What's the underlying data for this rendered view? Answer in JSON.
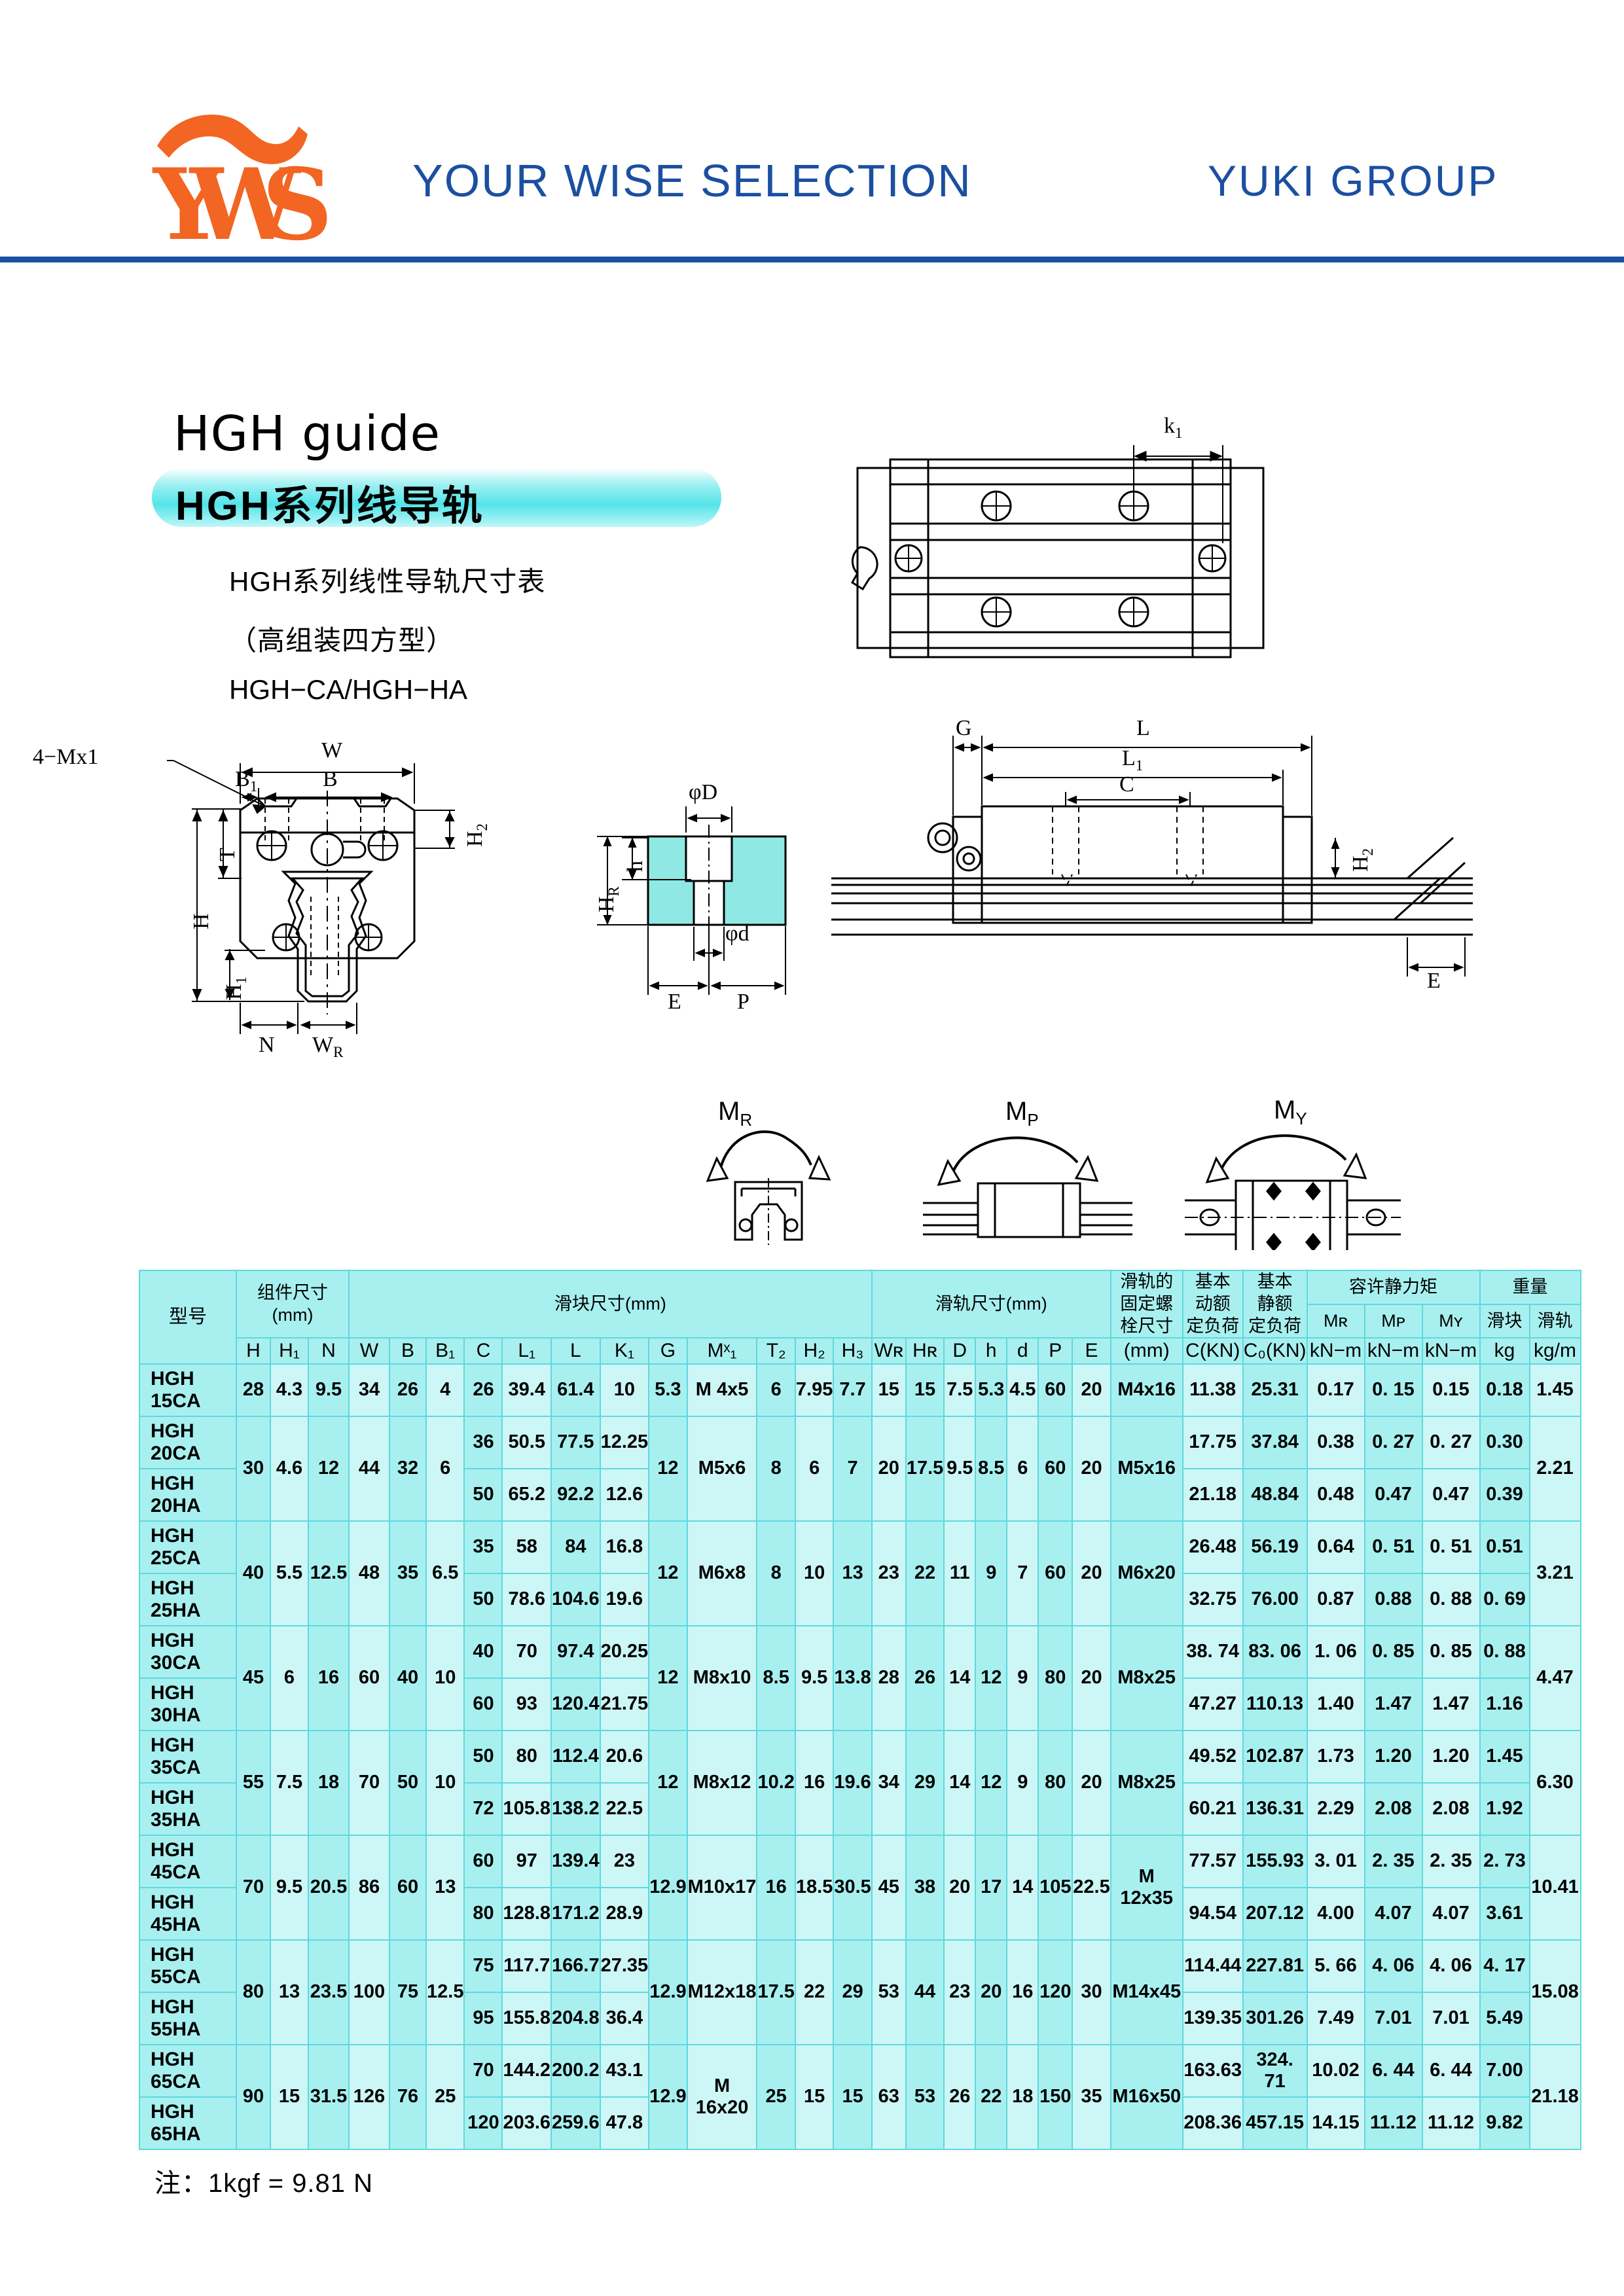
{
  "header": {
    "tagline": "YOUR WISE SELECTION",
    "group_name": "YUKI GROUP",
    "logo_text": "YWS",
    "brand_orange": "#F26522",
    "brand_blue": "#1B4FA0"
  },
  "title": {
    "english": "HGH guide",
    "chinese": "HGH系列线导轨",
    "sub_line_1": "HGH系列线性导轨尺寸表",
    "sub_line_2": "（高组装四方型）",
    "sub_line_3": "HGH−CA/HGH−HA"
  },
  "drawings": {
    "top_view_labels": [
      "k₁"
    ],
    "cross_section_labels": [
      "4-Mx1",
      "W",
      "B₁",
      "B",
      "T",
      "H",
      "H₁",
      "H₂",
      "N",
      "Wʀ"
    ],
    "rail_section_labels": [
      "φD",
      "φd",
      "h",
      "Hʀ",
      "E",
      "P"
    ],
    "side_view_labels": [
      "G",
      "L",
      "L₁",
      "C",
      "H₂",
      "E"
    ],
    "moment_labels": [
      "Mʀ",
      "Mᴘ",
      "Mʏ"
    ]
  },
  "table": {
    "group_headers": {
      "model": "型号",
      "assembly": "组件尺寸\n(mm)",
      "assembly_line1": "组件尺寸",
      "assembly_line2": "(mm)",
      "block": "滑块尺寸(mm)",
      "rail": "滑轨尺寸(mm)",
      "bolt": "滑轨的\n固定螺\n栓尺寸",
      "bolt_l1": "滑轨的",
      "bolt_l2": "固定螺",
      "bolt_l3": "栓尺寸",
      "dyn_l1": "基本",
      "dyn_l2": "动额",
      "dyn_l3": "定负荷",
      "stat_l1": "基本",
      "stat_l2": "静额",
      "stat_l3": "定负荷",
      "moment": "容许静力矩",
      "weight": "重量",
      "moment_mr": "Mʀ",
      "moment_mp": "Mᴘ",
      "moment_my": "Mʏ",
      "weight_block": "滑块",
      "weight_rail": "滑轨"
    },
    "columns": [
      "H",
      "H₁",
      "N",
      "W",
      "B",
      "B₁",
      "C",
      "L₁",
      "L",
      "K₁",
      "G",
      "Mˣ₁",
      "T₂",
      "H₂",
      "H₃",
      "Wʀ",
      "Hʀ",
      "D",
      "h",
      "d",
      "P",
      "E",
      "(mm)",
      "C(KN)",
      "C₀(KN)",
      "kN−m",
      "kN−m",
      "kN−m",
      "kg",
      "kg/m"
    ],
    "rows": [
      {
        "model": "HGH 15CA",
        "H": "28",
        "H1": "4.3",
        "N": "9.5",
        "W": "34",
        "B": "26",
        "B1": "4",
        "C": "26",
        "L1": "39.4",
        "L": "61.4",
        "K1": "10",
        "G": "5.3",
        "Mx1": "M 4x5",
        "T2": "6",
        "H2": "7.95",
        "H3": "7.7",
        "WR": "15",
        "HR": "15",
        "D": "7.5",
        "h": "5.3",
        "d": "4.5",
        "P": "60",
        "E": "20",
        "bolt": "M4x16",
        "C_KN": "11.38",
        "C0_KN": "25.31",
        "MR": "0.17",
        "MP": "0. 15",
        "MY": "0.15",
        "w_block": "0.18",
        "w_rail": "1.45"
      },
      {
        "model": "HGH 20CA",
        "H": "30",
        "H1": "4.6",
        "N": "12",
        "W": "44",
        "B": "32",
        "B1": "6",
        "C": "36",
        "L1": "50.5",
        "L": "77.5",
        "K1": "12.25",
        "G": "12",
        "Mx1": "M5x6",
        "T2": "8",
        "H2": "6",
        "H3": "7",
        "WR": "20",
        "HR": "17.5",
        "D": "9.5",
        "h": "8.5",
        "d": "6",
        "P": "60",
        "E": "20",
        "bolt": "M5x16",
        "C_KN": "17.75",
        "C0_KN": "37.84",
        "MR": "0.38",
        "MP": "0. 27",
        "MY": "0. 27",
        "w_block": "0.30",
        "w_rail": "2.21"
      },
      {
        "model": "HGH 20HA",
        "C": "50",
        "L1": "65.2",
        "L": "92.2",
        "K1": "12.6",
        "C_KN": "21.18",
        "C0_KN": "48.84",
        "MR": "0.48",
        "MP": "0.47",
        "MY": "0.47",
        "w_block": "0.39"
      },
      {
        "model": "HGH 25CA",
        "H": "40",
        "H1": "5.5",
        "N": "12.5",
        "W": "48",
        "B": "35",
        "B1": "6.5",
        "C": "35",
        "L1": "58",
        "L": "84",
        "K1": "16.8",
        "G": "12",
        "Mx1": "M6x8",
        "T2": "8",
        "H2": "10",
        "H3": "13",
        "WR": "23",
        "HR": "22",
        "D": "11",
        "h": "9",
        "d": "7",
        "P": "60",
        "E": "20",
        "bolt": "M6x20",
        "C_KN": "26.48",
        "C0_KN": "56.19",
        "MR": "0.64",
        "MP": "0. 51",
        "MY": "0. 51",
        "w_block": "0.51",
        "w_rail": "3.21"
      },
      {
        "model": "HGH 25HA",
        "C": "50",
        "L1": "78.6",
        "L": "104.6",
        "K1": "19.6",
        "C_KN": "32.75",
        "C0_KN": "76.00",
        "MR": "0.87",
        "MP": "0.88",
        "MY": "0. 88",
        "w_block": "0. 69"
      },
      {
        "model": "HGH 30CA",
        "H": "45",
        "H1": "6",
        "N": "16",
        "W": "60",
        "B": "40",
        "B1": "10",
        "C": "40",
        "L1": "70",
        "L": "97.4",
        "K1": "20.25",
        "G": "12",
        "Mx1": "M8x10",
        "T2": "8.5",
        "H2": "9.5",
        "H3": "13.8",
        "WR": "28",
        "HR": "26",
        "D": "14",
        "h": "12",
        "d": "9",
        "P": "80",
        "E": "20",
        "bolt": "M8x25",
        "C_KN": "38. 74",
        "C0_KN": "83. 06",
        "MR": "1. 06",
        "MP": "0. 85",
        "MY": "0. 85",
        "w_block": "0. 88",
        "w_rail": "4.47"
      },
      {
        "model": "HGH 30HA",
        "C": "60",
        "L1": "93",
        "L": "120.4",
        "K1": "21.75",
        "C_KN": "47.27",
        "C0_KN": "110.13",
        "MR": "1.40",
        "MP": "1.47",
        "MY": "1.47",
        "w_block": "1.16"
      },
      {
        "model": "HGH 35CA",
        "H": "55",
        "H1": "7.5",
        "N": "18",
        "W": "70",
        "B": "50",
        "B1": "10",
        "C": "50",
        "L1": "80",
        "L": "112.4",
        "K1": "20.6",
        "G": "12",
        "Mx1": "M8x12",
        "T2": "10.2",
        "H2": "16",
        "H3": "19.6",
        "WR": "34",
        "HR": "29",
        "D": "14",
        "h": "12",
        "d": "9",
        "P": "80",
        "E": "20",
        "bolt": "M8x25",
        "C_KN": "49.52",
        "C0_KN": "102.87",
        "MR": "1.73",
        "MP": "1.20",
        "MY": "1.20",
        "w_block": "1.45",
        "w_rail": "6.30"
      },
      {
        "model": "HGH 35HA",
        "C": "72",
        "L1": "105.8",
        "L": "138.2",
        "K1": "22.5",
        "C_KN": "60.21",
        "C0_KN": "136.31",
        "MR": "2.29",
        "MP": "2.08",
        "MY": "2.08",
        "w_block": "1.92"
      },
      {
        "model": "HGH 45CA",
        "H": "70",
        "H1": "9.5",
        "N": "20.5",
        "W": "86",
        "B": "60",
        "B1": "13",
        "C": "60",
        "L1": "97",
        "L": "139.4",
        "K1": "23",
        "G": "12.9",
        "Mx1": "M10x17",
        "T2": "16",
        "H2": "18.5",
        "H3": "30.5",
        "WR": "45",
        "HR": "38",
        "D": "20",
        "h": "17",
        "d": "14",
        "P": "105",
        "E": "22.5",
        "bolt": "M 12x35",
        "C_KN": "77.57",
        "C0_KN": "155.93",
        "MR": "3. 01",
        "MP": "2. 35",
        "MY": "2. 35",
        "w_block": "2. 73",
        "w_rail": "10.41"
      },
      {
        "model": "HGH 45HA",
        "C": "80",
        "L1": "128.8",
        "L": "171.2",
        "K1": "28.9",
        "C_KN": "94.54",
        "C0_KN": "207.12",
        "MR": "4.00",
        "MP": "4.07",
        "MY": "4.07",
        "w_block": "3.61"
      },
      {
        "model": "HGH 55CA",
        "H": "80",
        "H1": "13",
        "N": "23.5",
        "W": "100",
        "B": "75",
        "B1": "12.5",
        "C": "75",
        "L1": "117.7",
        "L": "166.7",
        "K1": "27.35",
        "G": "12.9",
        "Mx1": "M12x18",
        "T2": "17.5",
        "H2": "22",
        "H3": "29",
        "WR": "53",
        "HR": "44",
        "D": "23",
        "h": "20",
        "d": "16",
        "P": "120",
        "E": "30",
        "bolt": "M14x45",
        "C_KN": "114.44",
        "C0_KN": "227.81",
        "MR": "5. 66",
        "MP": "4. 06",
        "MY": "4. 06",
        "w_block": "4. 17",
        "w_rail": "15.08"
      },
      {
        "model": "HGH 55HA",
        "C": "95",
        "L1": "155.8",
        "L": "204.8",
        "K1": "36.4",
        "C_KN": "139.35",
        "C0_KN": "301.26",
        "MR": "7.49",
        "MP": "7.01",
        "MY": "7.01",
        "w_block": "5.49"
      },
      {
        "model": "HGH 65CA",
        "H": "90",
        "H1": "15",
        "N": "31.5",
        "W": "126",
        "B": "76",
        "B1": "25",
        "C": "70",
        "L1": "144.2",
        "L": "200.2",
        "K1": "43.1",
        "G": "12.9",
        "Mx1": "M 16x20",
        "T2": "25",
        "H2": "15",
        "H3": "15",
        "WR": "63",
        "HR": "53",
        "D": "26",
        "h": "22",
        "d": "18",
        "P": "150",
        "E": "35",
        "bolt": "M16x50",
        "C_KN": "163.63",
        "C0_KN": "324. 71",
        "MR": "10.02",
        "MP": "6. 44",
        "MY": "6. 44",
        "w_block": "7.00",
        "w_rail": "21.18"
      },
      {
        "model": "HGH 65HA",
        "C": "120",
        "L1": "203.6",
        "L": "259.6",
        "K1": "47.8",
        "C_KN": "208.36",
        "C0_KN": "457.15",
        "MR": "14.15",
        "MP": "11.12",
        "MY": "11.12",
        "w_block": "9.82"
      }
    ]
  },
  "footnote": "注：1kgf = 9.81 N"
}
